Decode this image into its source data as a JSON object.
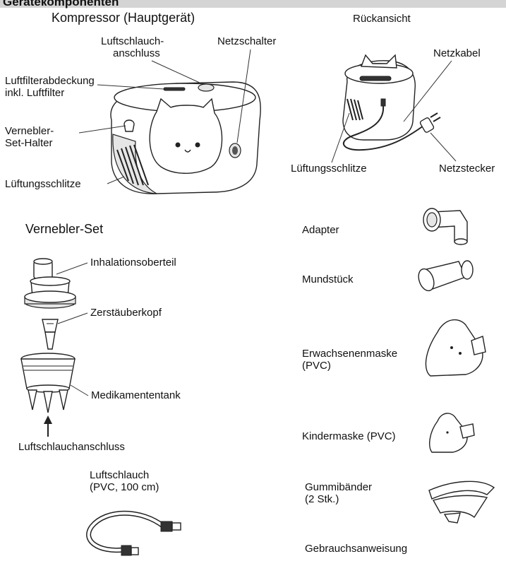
{
  "header": {
    "title": "Geräteкomponenten"
  },
  "compressor": {
    "title": "Kompressor (Hauptgerät)",
    "labels": {
      "air_hose_connector_line1": "Luftschlauch-",
      "air_hose_connector_line2": "anschluss",
      "power_switch": "Netzschalter",
      "air_filter_cover_line1": "Luftfilterabdeckung",
      "air_filter_cover_line2": "inkl. Luftfilter",
      "nebulizer_holder_line1": "Vernebler-",
      "nebulizer_holder_line2": "Set-Halter",
      "vents": "Lüftungsschlitze"
    }
  },
  "rear_view": {
    "title": "Rückansicht",
    "labels": {
      "power_cable": "Netzkabel",
      "vents": "Lüftungsschlitze",
      "power_plug": "Netzstecker"
    }
  },
  "nebulizer_set": {
    "title": "Vernebler-Set",
    "labels": {
      "inhalation_top": "Inhalationsoberteil",
      "atomizer_head": "Zerstäuberkopf",
      "medication_tank": "Medikamententank",
      "air_hose_connection": "Luftschlauchanschluss"
    }
  },
  "air_hose": {
    "title_line1": "Luftschlauch",
    "title_line2": "(PVC, 100 cm)"
  },
  "accessories": {
    "adapter": "Adapter",
    "mouthpiece": "Mundstück",
    "adult_mask_line1": "Erwachsenenmaske",
    "adult_mask_line2": "(PVC)",
    "child_mask": "Kindermaske (PVC)",
    "rubber_bands_line1": "Gummibänder",
    "rubber_bands_line2": "(2 Stk.)",
    "manual": "Gebrauchsanweisung"
  }
}
